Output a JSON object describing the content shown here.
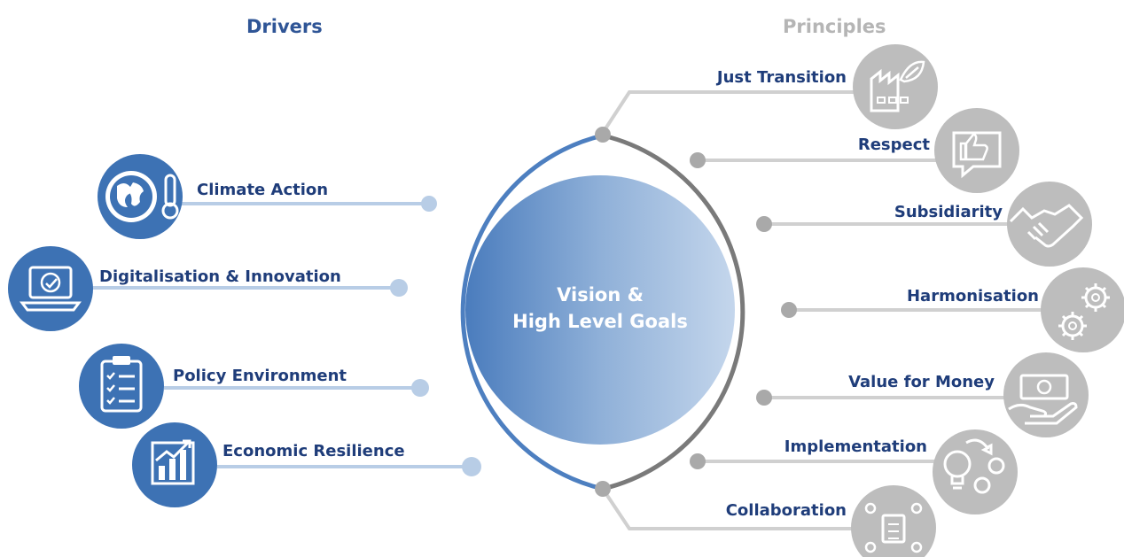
{
  "headers": {
    "drivers": "Drivers",
    "principles": "Principles"
  },
  "center": {
    "line1": "Vision &",
    "line2": "High Level Goals"
  },
  "drivers": [
    {
      "label": "Climate Action",
      "icon": "globe-thermometer-icon"
    },
    {
      "label": "Digitalisation  & Innovation",
      "icon": "laptop-icon"
    },
    {
      "label": "Policy Environment",
      "icon": "clipboard-checklist-icon"
    },
    {
      "label": "Economic Resilience",
      "icon": "bar-chart-growth-icon"
    }
  ],
  "principles": [
    {
      "label": "Just Transition",
      "icon": "factory-leaf-icon"
    },
    {
      "label": "Respect",
      "icon": "thumbs-up-icon"
    },
    {
      "label": "Subsidiarity",
      "icon": "handshake-icon"
    },
    {
      "label": "Harmonisation",
      "icon": "gears-icon"
    },
    {
      "label": "Value for Money",
      "icon": "money-hand-icon"
    },
    {
      "label": "Implementation",
      "icon": "lightbulb-gear-icon"
    },
    {
      "label": "Collaboration",
      "icon": "team-document-icon"
    }
  ],
  "colors": {
    "driver_blue": "#3d72b4",
    "driver_line": "#a9c3e2",
    "principle_grey": "#bdbdbd",
    "arc_grey": "#7a7a7a",
    "label_navy": "#1f3d7a"
  }
}
